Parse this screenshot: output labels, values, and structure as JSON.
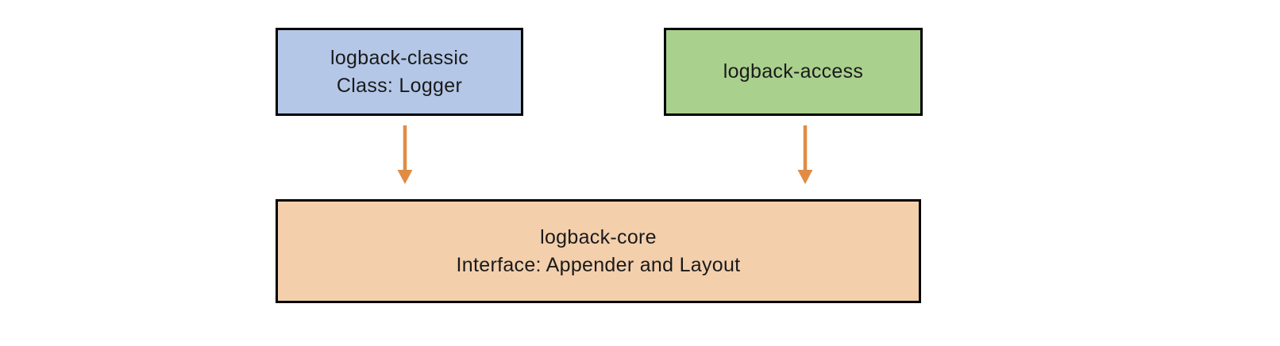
{
  "diagram": {
    "background_color": "#ffffff",
    "text_color": "#1a1a1a",
    "boxes": {
      "classic": {
        "lines": [
          "logback-classic",
          "Class: Logger"
        ],
        "fill": "#b4c7e7",
        "border": "#000000"
      },
      "access": {
        "lines": [
          "logback-access"
        ],
        "fill": "#a9d08d",
        "border": "#000000"
      },
      "core": {
        "lines": [
          "logback-core",
          "Interface: Appender and Layout"
        ],
        "fill": "#f3cfac",
        "border": "#000000"
      }
    },
    "arrows": {
      "color": "#e08c44",
      "connections": [
        {
          "from": "logback-classic",
          "to": "logback-core"
        },
        {
          "from": "logback-access",
          "to": "logback-core"
        }
      ]
    }
  }
}
